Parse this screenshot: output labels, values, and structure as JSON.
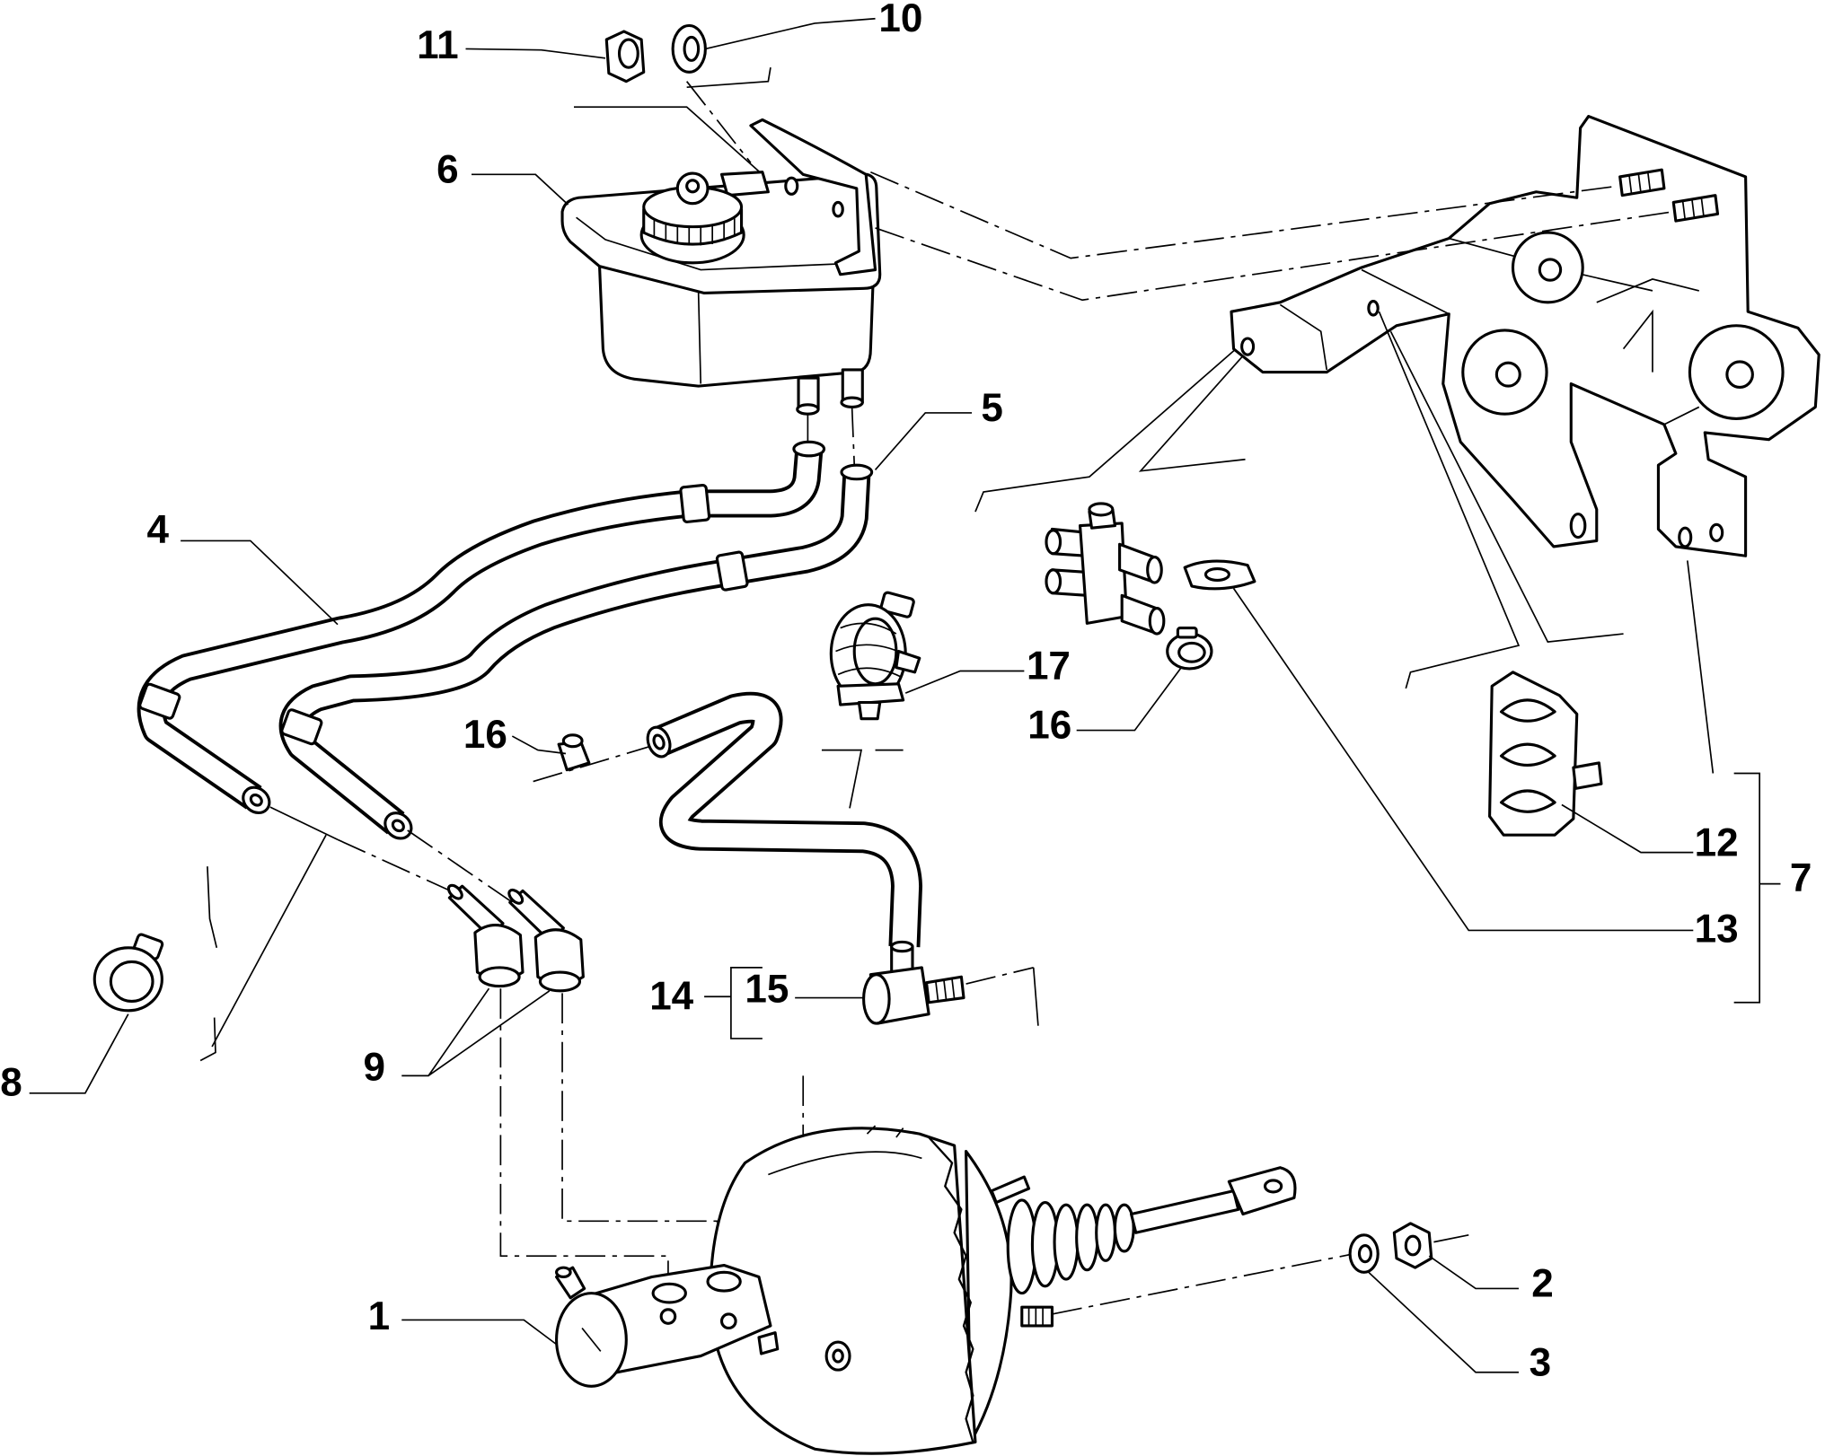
{
  "labels": {
    "p1": "1",
    "p2": "2",
    "p3": "3",
    "p4": "4",
    "p5": "5",
    "p6": "6",
    "p7": "7",
    "p8": "8",
    "p9": "9",
    "p10": "10",
    "p11": "11",
    "p12": "12",
    "p13": "13",
    "p14": "14",
    "p15": "15",
    "p16a": "16",
    "p16b": "16",
    "p17": "17"
  },
  "colors": {
    "line": "#000000",
    "background": "#ffffff"
  }
}
